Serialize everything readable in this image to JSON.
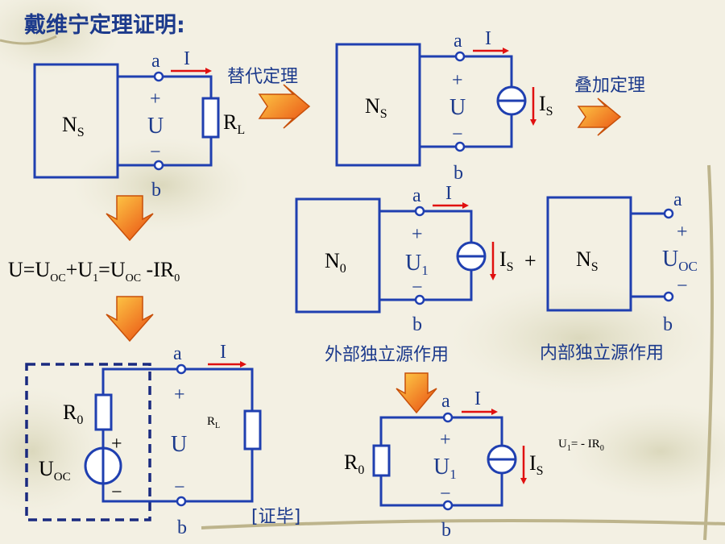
{
  "title": "戴维宁定理证明:",
  "labels": {
    "a": "a",
    "b": "b",
    "I": "I",
    "plus": "+",
    "minus": "−",
    "U": "U",
    "U1": "U",
    "U1_sub": "1",
    "UOC": "U",
    "UOC_sub": "OC",
    "NS": "N",
    "NS_sub": "S",
    "N0": "N",
    "N0_sub": "0",
    "RL": "R",
    "RL_sub": "L",
    "R0": "R",
    "R0_sub": "0",
    "IS": "I",
    "IS_sub": "S",
    "plus_between": "+"
  },
  "texts": {
    "substitution": "替代定理",
    "superposition": "叠加定理",
    "external": "外部独立源作用",
    "internal": "内部独立源作用",
    "proof_done": "[证毕]"
  },
  "equation": {
    "p1": "U=U",
    "s1": "OC",
    "p2": "+U",
    "s2": "1",
    "p3": "=U",
    "s3": "OC",
    "p4": " -IR",
    "s4": "0"
  },
  "small_eq": {
    "p1": "U",
    "s1": "1",
    "p2": "= - IR",
    "s2": "0"
  },
  "colors": {
    "wire": "#1f3fb0",
    "current_arrow": "#e01010",
    "text_blue": "#1c3a8c",
    "arrow_fill": "#f07818"
  }
}
